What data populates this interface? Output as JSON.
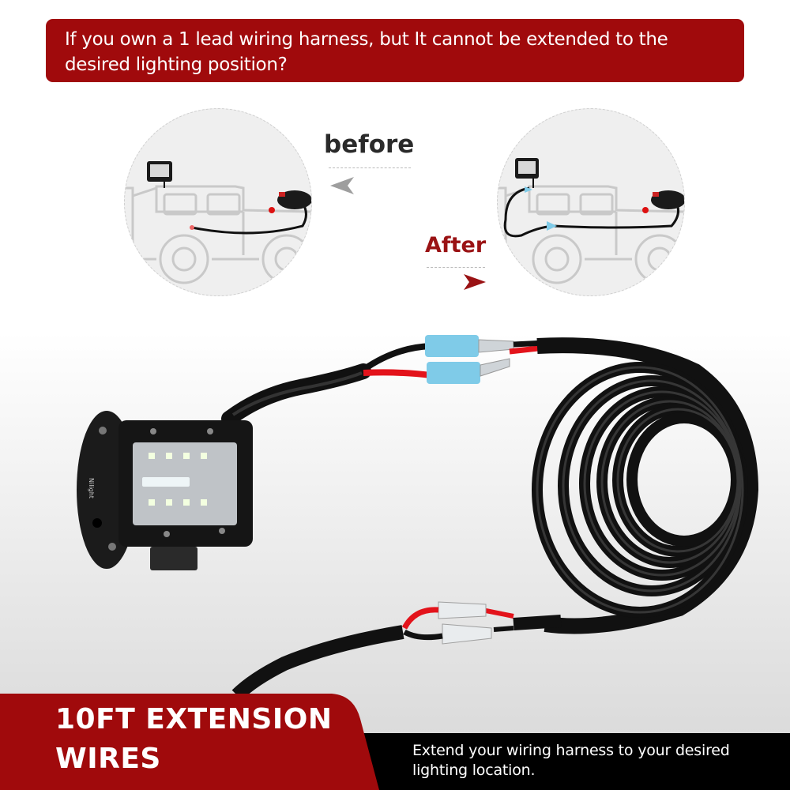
{
  "top_banner": {
    "line1": "If you own a 1 lead wiring harness, but It cannot be extended to the",
    "line2": "desired lighting position?"
  },
  "comparison": {
    "before_label": "before",
    "after_label": "After",
    "before_arrow_color": "#9e9e9e",
    "after_arrow_color": "#9a1214"
  },
  "product": {
    "light_brand": "Nilight",
    "connector_color": "#7fcbe8",
    "wire_positive_color": "#e3131b",
    "wire_negative_color": "#111111"
  },
  "bottom": {
    "title_line1": "10FT EXTENSION",
    "title_line2": "WIRES",
    "description_line1": "Extend your wiring harness to your desired",
    "description_line2": "lighting location."
  },
  "colors": {
    "brand_red": "#a00a0c",
    "dark_text": "#2a2a2a",
    "black_band": "#000000"
  }
}
